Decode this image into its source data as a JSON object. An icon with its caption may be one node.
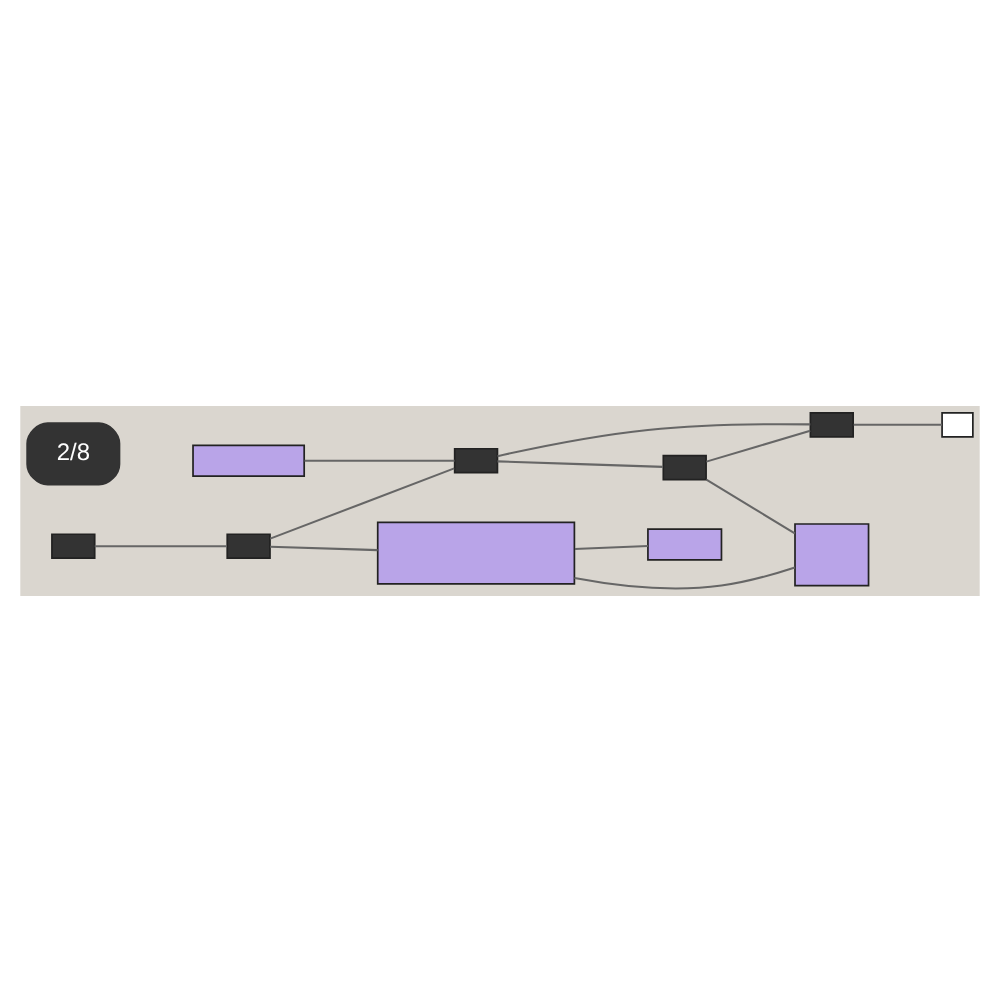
{
  "diagram": {
    "nodes": [
      {
        "text": [],
        "shape": "box"
      },
      {
        "text": [],
        "shape": "box"
      },
      {
        "text": [],
        "shape": "box"
      },
      {
        "text": [],
        "shape": "box"
      },
      {
        "text": [],
        "shape": "box"
      },
      {
        "text": [],
        "shape": "box"
      },
      {
        "text": [],
        "shape": "box"
      },
      {
        "text": [],
        "shape": "box"
      },
      {
        "text": [],
        "shape": "box"
      },
      {
        "text": [],
        "shape": "box"
      }
    ],
    "edges": [
      {
        "from": 0,
        "to": 1,
        "arrow": "none"
      },
      {
        "from": 1,
        "to": 3,
        "arrow": "none"
      },
      {
        "from": 2,
        "to": 3,
        "arrow": "none"
      },
      {
        "from": 3,
        "to": 4,
        "arrow": "none"
      },
      {
        "from": 1,
        "to": 5,
        "arrow": "none"
      },
      {
        "from": 5,
        "to": 6,
        "arrow": "none"
      },
      {
        "from": 4,
        "to": 7,
        "arrow": "none"
      },
      {
        "from": 5,
        "to": 7,
        "arrow": "none"
      },
      {
        "from": 3,
        "to": 8,
        "arrow": "none"
      },
      {
        "from": 4,
        "to": 8,
        "arrow": "none"
      },
      {
        "from": 8,
        "to": 9,
        "arrow": "none"
      }
    ],
    "labels": [
      "2/8"
    ]
  }
}
